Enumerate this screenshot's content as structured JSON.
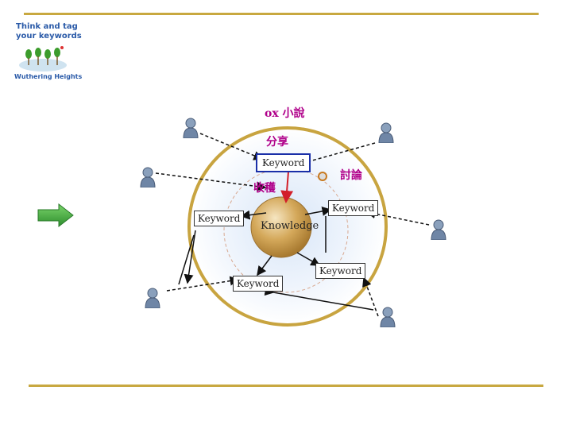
{
  "logo": {
    "line1": "Think and tag",
    "line2": "your keywords",
    "caption": "Wuthering Heights"
  },
  "diagram": {
    "title": "ox 小說",
    "share_label": "分享",
    "collect_label": "收穫",
    "discuss_label": "討論",
    "center_label": "Knowledge",
    "keywords": {
      "top": "Keyword",
      "left": "Keyword",
      "right_upper": "Keyword",
      "right_lower": "Keyword",
      "bottom": "Keyword"
    }
  },
  "colors": {
    "rule": "#c8a840",
    "outer_ring": "#c8a440",
    "center": "#c89a48",
    "label": "#b0008a",
    "top_box": "#1a2fa8",
    "green_arrow": "#3ca83c"
  },
  "icons": [
    "user-icon",
    "right-arrow-icon",
    "tree-icon"
  ]
}
